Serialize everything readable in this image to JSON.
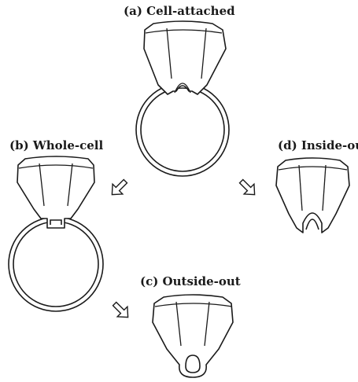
{
  "panels": {
    "a": {
      "label": "(a) Cell-attached"
    },
    "b": {
      "label": "(b) Whole-cell"
    },
    "c": {
      "label": "(c) Outside-out"
    },
    "d": {
      "label": "(d) Inside-out"
    }
  }
}
